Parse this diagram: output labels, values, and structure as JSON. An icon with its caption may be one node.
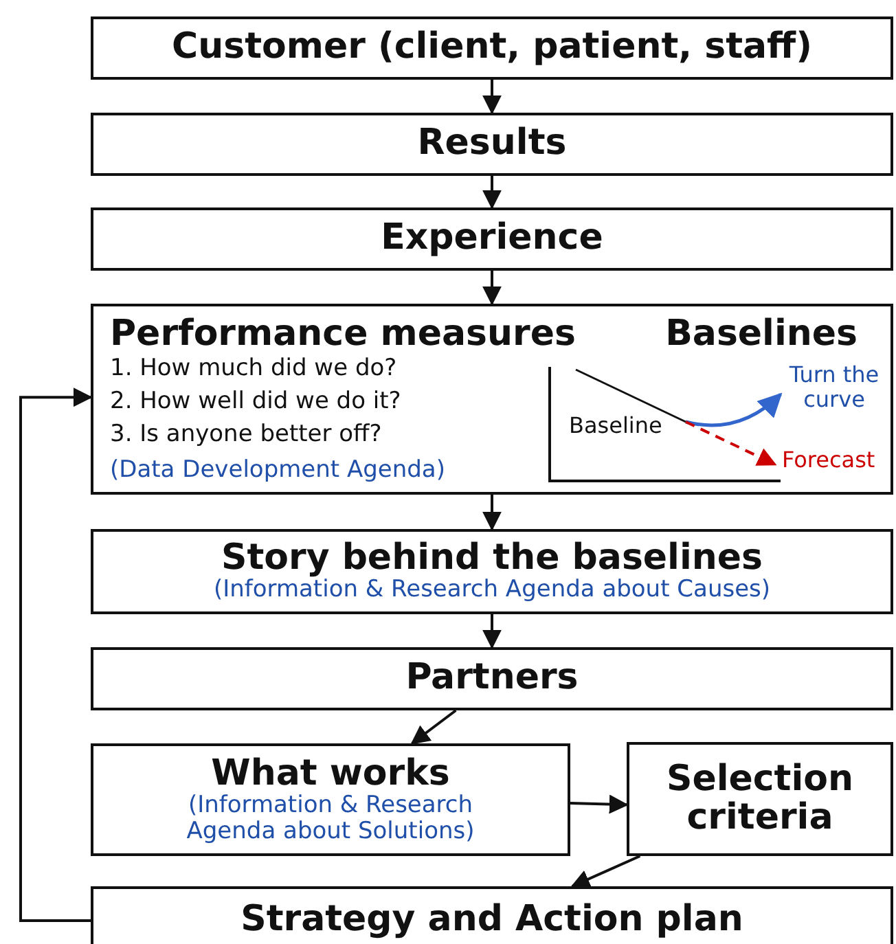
{
  "diagram": {
    "nodes": [
      {
        "text": [
          "Customer (client, patient, staff)"
        ]
      },
      {
        "text": [
          "Results"
        ]
      },
      {
        "text": [
          "Experience"
        ]
      },
      {
        "text": [
          "Performance measures",
          "1. How much did we do?",
          "2. How well did we do it?",
          "3. Is anyone better off?",
          "(Data Development Agenda)",
          "Baselines"
        ]
      },
      {
        "text": [
          "Story behind the baselines",
          "(Information & Research Agenda about Causes)"
        ]
      },
      {
        "text": [
          "Partners"
        ]
      },
      {
        "text": [
          "What works",
          "(Information & Research Agenda about Solutions)"
        ]
      },
      {
        "text": [
          "Selection criteria"
        ]
      },
      {
        "text": [
          "Strategy and Action plan"
        ]
      }
    ],
    "edges": [
      {
        "from": 0,
        "to": 1,
        "arrow": "to"
      },
      {
        "from": 1,
        "to": 2,
        "arrow": "to"
      },
      {
        "from": 2,
        "to": 3,
        "arrow": "to"
      },
      {
        "from": 3,
        "to": 4,
        "arrow": "to"
      },
      {
        "from": 4,
        "to": 5,
        "arrow": "to"
      },
      {
        "from": 5,
        "to": 6,
        "arrow": "to"
      },
      {
        "from": 6,
        "to": 7,
        "arrow": "to"
      },
      {
        "from": 7,
        "to": 8,
        "arrow": "to"
      },
      {
        "from": 8,
        "to": 3,
        "arrow": "to"
      }
    ],
    "labels": [
      "Turn the curve",
      "Baseline",
      "Forecast"
    ]
  }
}
